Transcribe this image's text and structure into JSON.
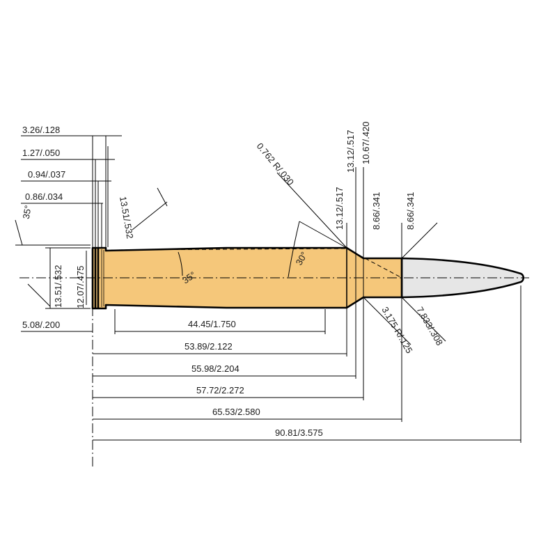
{
  "colors": {
    "case_fill": "#F5C77A",
    "bullet_fill": "#E6E6E6",
    "line": "#000000",
    "background": "#FFFFFF"
  },
  "labels": {
    "rim_thickness": "3.26/.128",
    "rebate": "1.27/.050",
    "groove_width": "0.94/.037",
    "extractor_depth": "0.86/.034",
    "rim_angle": "35°",
    "base_diameter": "13.51/.532",
    "rim_diameter": "13.51/.532",
    "groove_diameter": "12.07/.475",
    "groove_position": "5.08/.200",
    "body_taper_angle": "35°",
    "shoulder_radius": "0.762 R/.030",
    "shoulder_diameter_a": "13.12/.517",
    "shoulder_diameter_b": "13.12/.517",
    "neck_outer": "10.67/.420",
    "neck_inner_a": "8.66/.341",
    "neck_inner_b": "8.66/.341",
    "shoulder_angle": "30°",
    "neck_radius": "3.175 R/.125",
    "bullet_diameter": "7.833/.308",
    "dim_body": "44.45/1.750",
    "dim_shoulder": "53.89/2.122",
    "dim_neck_start": "55.98/2.204",
    "dim_neck": "57.72/2.272",
    "dim_case_length": "65.53/2.580",
    "dim_overall": "90.81/3.575"
  }
}
